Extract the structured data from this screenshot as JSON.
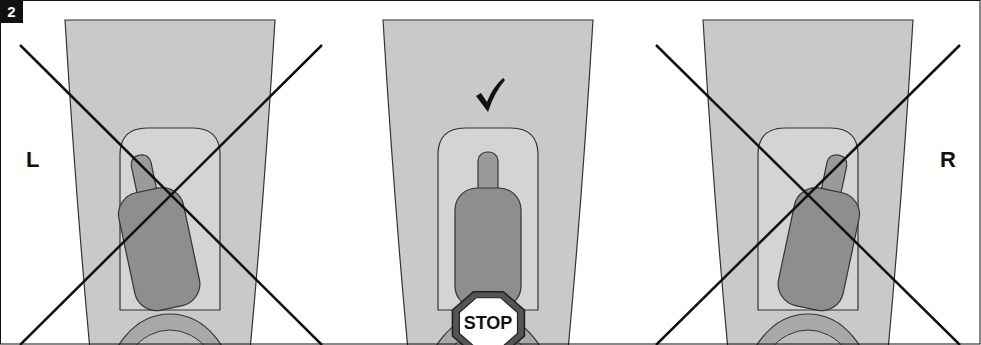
{
  "diagram": {
    "nodes": [
      {
        "text": [
          "2"
        ]
      },
      {
        "text": [
          "STOP"
        ]
      }
    ],
    "labels": [
      "L",
      "R"
    ]
  }
}
